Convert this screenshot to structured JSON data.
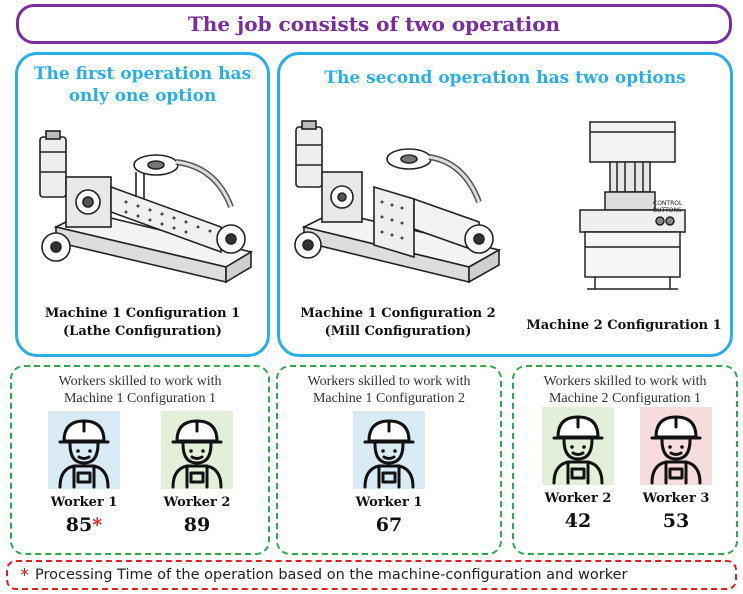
{
  "header": {
    "title": "The job consists of two operation"
  },
  "operation1": {
    "title": "The first operation has only one option",
    "machine": {
      "line1": "Machine 1 Configuration 1",
      "line2": "(Lathe Configuration)"
    }
  },
  "operation2": {
    "title": "The second operation has two options",
    "machine_a": {
      "line1": "Machine 1 Configuration 2",
      "line2": "(Mill Configuration)"
    },
    "machine_b": {
      "line1": "Machine 2 Configuration 1"
    }
  },
  "groups": [
    {
      "title_line1": "Workers skilled to work with",
      "title_line2": "Machine 1 Configuration 1",
      "workers": [
        {
          "name": "Worker 1",
          "time": "85",
          "marker": "*",
          "color": "#d9ecf6"
        },
        {
          "name": "Worker 2",
          "time": "89",
          "color": "#e3efd9"
        }
      ]
    },
    {
      "title_line1": "Workers skilled to work with",
      "title_line2": "Machine 1 Configuration 2",
      "workers": [
        {
          "name": "Worker 1",
          "time": "67",
          "color": "#d9ecf6"
        }
      ]
    },
    {
      "title_line1": "Workers skilled to work with",
      "title_line2": "Machine 2 Configuration 1",
      "workers": [
        {
          "name": "Worker 2",
          "time": "42",
          "color": "#e3efd9"
        },
        {
          "name": "Worker 3",
          "time": "53",
          "color": "#f6dcdc"
        }
      ]
    }
  ],
  "footnote": {
    "marker": "*",
    "text": "Processing Time of the operation based on the machine-configuration and worker"
  },
  "colors": {
    "header": "#7a2e9c",
    "operation": "#2aaee6",
    "group": "#2ea84a",
    "footnote": "#e02020"
  },
  "icons": [
    "lathe-machine-icon",
    "mill-machine-icon",
    "press-machine-icon",
    "worker-icon"
  ]
}
